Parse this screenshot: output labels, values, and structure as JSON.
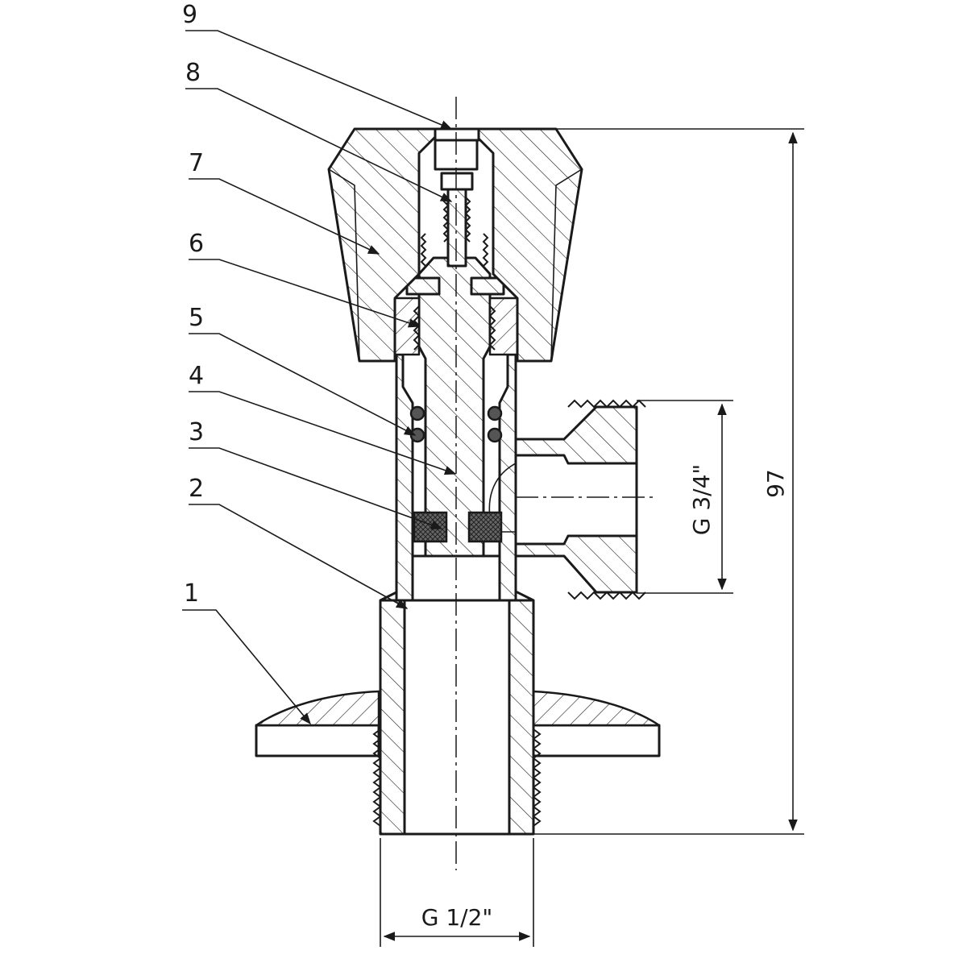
{
  "callouts": [
    {
      "id": "1",
      "label": "1"
    },
    {
      "id": "2",
      "label": "2"
    },
    {
      "id": "3",
      "label": "3"
    },
    {
      "id": "4",
      "label": "4"
    },
    {
      "id": "5",
      "label": "5"
    },
    {
      "id": "6",
      "label": "6"
    },
    {
      "id": "7",
      "label": "7"
    },
    {
      "id": "8",
      "label": "8"
    },
    {
      "id": "9",
      "label": "9"
    }
  ],
  "dimensions": {
    "height_label": "97",
    "outlet_thread_label": "G 3/4\"",
    "inlet_thread_label": "G 1/2\""
  },
  "colors": {
    "line": "#1a1a1a",
    "background": "#ffffff",
    "seal_fill": "#555555"
  }
}
